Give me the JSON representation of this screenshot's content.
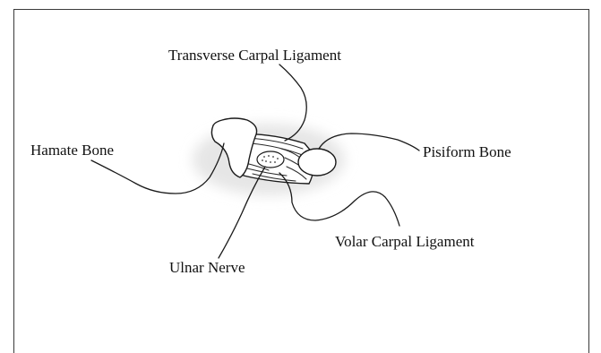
{
  "labels": {
    "transverse_carpal_ligament": "Transverse Carpal Ligament",
    "hamate_bone": "Hamate Bone",
    "pisiform_bone": "Pisiform Bone",
    "volar_carpal_ligament": "Volar Carpal Ligament",
    "ulnar_nerve": "Ulnar Nerve"
  },
  "colors": {
    "line": "#1a1a1a",
    "text": "#111111",
    "background": "#ffffff",
    "halo": "#e6e6e6"
  }
}
